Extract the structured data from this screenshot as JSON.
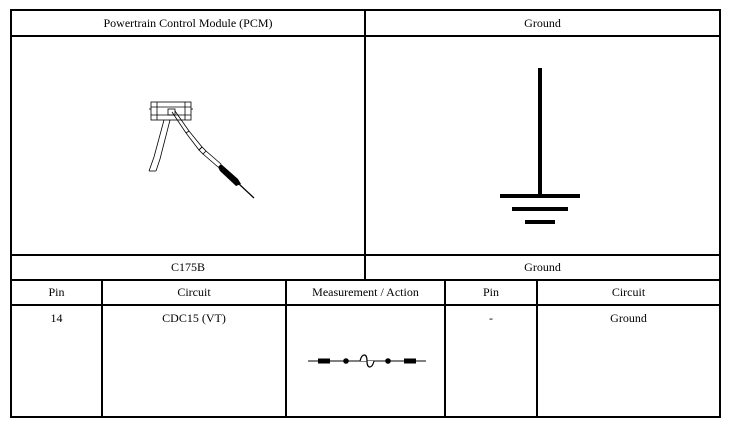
{
  "header": {
    "left_title": "Powertrain Control Module (PCM)",
    "right_title": "Ground"
  },
  "connectors": {
    "left_label": "C175B",
    "right_label": "Ground"
  },
  "table": {
    "columns": [
      "Pin",
      "Circuit",
      "Measurement / Action",
      "Pin",
      "Circuit"
    ],
    "rows": [
      {
        "pin_a": "14",
        "circuit_a": "CDC15 (VT)",
        "measurement": "",
        "pin_b": "-",
        "circuit_b": "Ground"
      }
    ]
  },
  "icons": {
    "left_diagram": "back-probe-connector-icon",
    "right_diagram": "ground-symbol-icon",
    "measurement": "fuse-jumper-icon"
  }
}
